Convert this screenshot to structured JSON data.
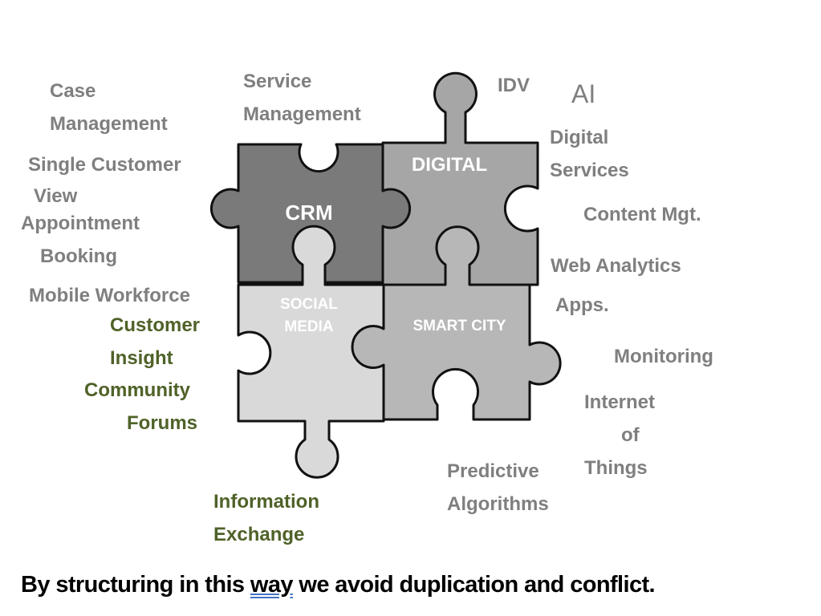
{
  "labels": {
    "case_management": [
      "Case",
      "Management"
    ],
    "service_management": [
      "Service",
      "Management"
    ],
    "idv": "IDV",
    "ai": "AI",
    "single_customer_view": [
      "Single Customer",
      "View"
    ],
    "appointment_booking": [
      "Appointment",
      "Booking"
    ],
    "mobile_workforce": "Mobile Workforce",
    "customer_insight": [
      "Customer",
      "Insight"
    ],
    "community_forums": [
      "Community",
      "Forums"
    ],
    "information_exchange": [
      "Information",
      "Exchange"
    ],
    "digital_services": [
      "Digital",
      "Services"
    ],
    "content_mgt": "Content Mgt.",
    "web_analytics": "Web Analytics",
    "apps": "Apps.",
    "monitoring": "Monitoring",
    "iot": [
      "Internet",
      "of",
      "Things"
    ],
    "predictive_algorithms": [
      "Predictive",
      "Algorithms"
    ]
  },
  "pieces": {
    "crm": "CRM",
    "digital": "DIGITAL",
    "social_media": [
      "SOCIAL",
      "MEDIA"
    ],
    "smart_city": "SMART CITY"
  },
  "colors": {
    "crm": "#7a7a7a",
    "digital": "#a6a6a6",
    "social_media": "#d9d9d9",
    "smart_city": "#b7b7b7",
    "label_gray": "#7f7f7f",
    "label_green": "#4f6228"
  },
  "footer": {
    "before": "By structuring in this ",
    "underlined": "way",
    "after": " we avoid duplication and conflict."
  }
}
